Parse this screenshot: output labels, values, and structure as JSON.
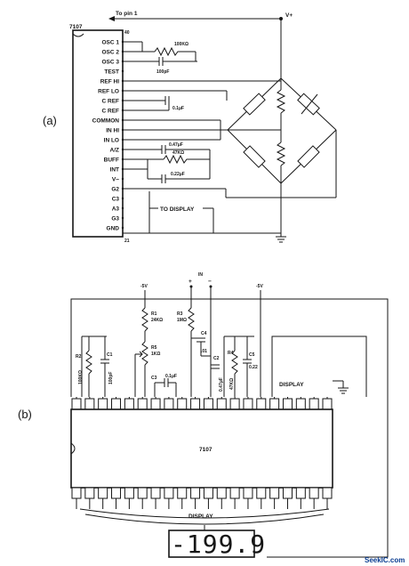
{
  "panel_a": {
    "label": "(a)",
    "chip": "7107",
    "to_pin": "To pin 1",
    "vplus": "V+",
    "pin_top": "40",
    "pin_bottom": "21",
    "pins": [
      "OSC 1",
      "OSC 2",
      "OSC 3",
      "TEST",
      "REF HI",
      "REF LO",
      "C REF",
      "C REF",
      "COMMON",
      "IN HI",
      "IN LO",
      "A/Z",
      "BUFF",
      "INT",
      "V−",
      "G2",
      "C3",
      "A3",
      "G3",
      "GND"
    ],
    "r_osc": "100KΩ",
    "c_osc": "100pF",
    "c_ref": "0.1μF",
    "c_az": "0.47μF",
    "r_int": "47KΩ",
    "c_int": "0.22μF",
    "to_display": "TO DISPLAY"
  },
  "panel_b": {
    "label": "(b)",
    "chip": "7107",
    "neg5_left": "-5V",
    "neg5_right": "-5V",
    "in_label": "IN",
    "plus": "+",
    "minus": "−",
    "r1": "R1",
    "r1_val": "24KΩ",
    "r2": "R2",
    "r2_val": "100KΩ",
    "c1": "C1",
    "c1_val": "100pF",
    "r3": "R3",
    "r3_val": "1MΩ",
    "c4": "C4",
    "c4_val": ".01",
    "r5": "R5",
    "r5_val": "1KΩ",
    "c3": "C3",
    "c3_val": "0.1μF",
    "r4": "R4",
    "r4_val": "47KΩ",
    "c2": "C2",
    "c2_val": "0.47μF",
    "c5": "C5",
    "c5_val": "0.22",
    "display_top": "DISPLAY",
    "display_bottom": "DISPLAY",
    "readout": "-199.9"
  },
  "watermark": "SeekIC.com"
}
